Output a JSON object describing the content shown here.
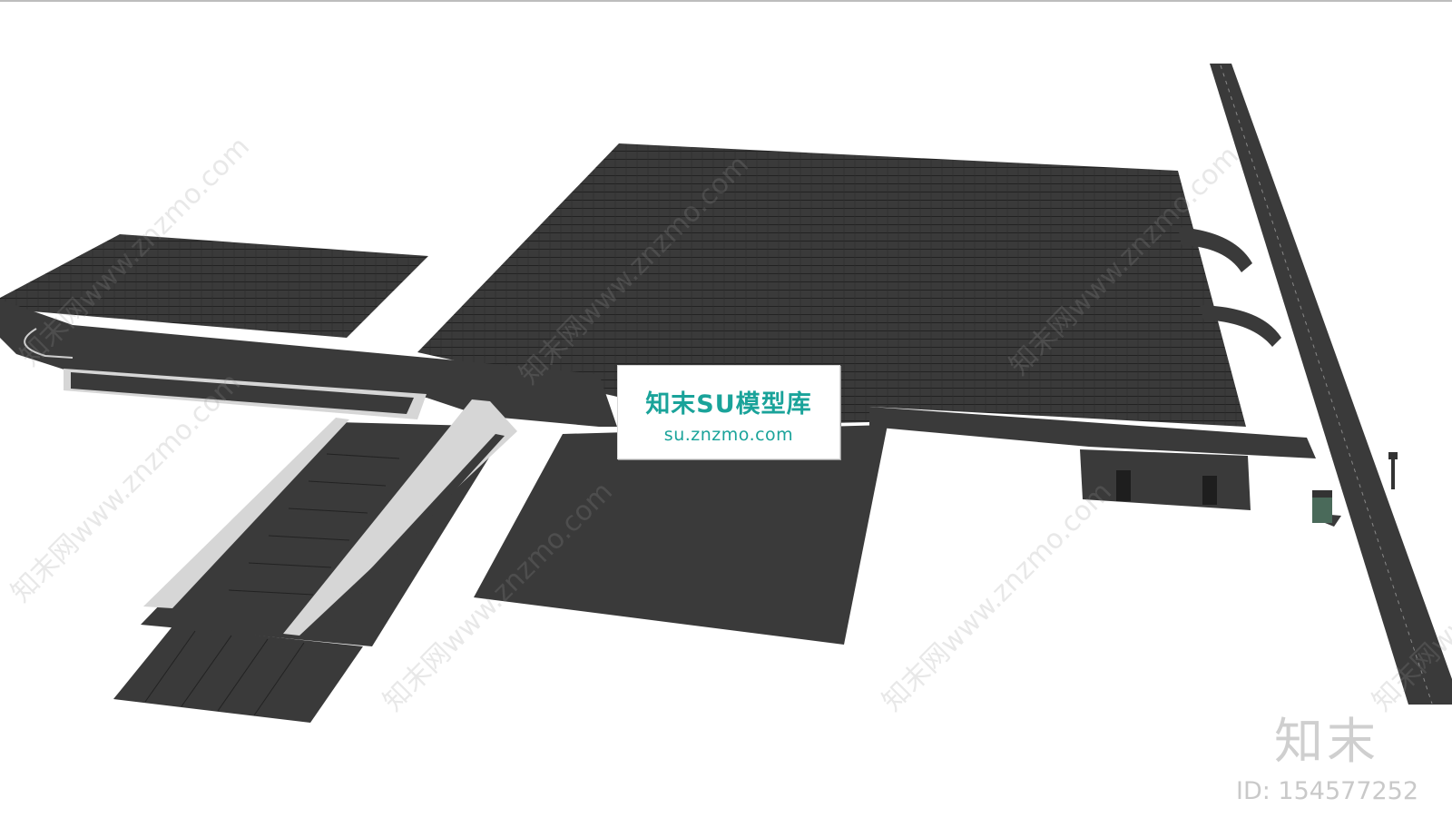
{
  "watermark": {
    "logo_title": "知末SU模型库",
    "logo_url": "su.znzmo.com",
    "brand": "知末",
    "id_label": "ID: 154577252",
    "diagonal_text": "知末网www.znzmo.com"
  },
  "colors": {
    "lot": "#3a3a3a",
    "lines": "#1e1e1e",
    "sidewalk": "#d6d6d6",
    "teal": "#1aa39a"
  }
}
